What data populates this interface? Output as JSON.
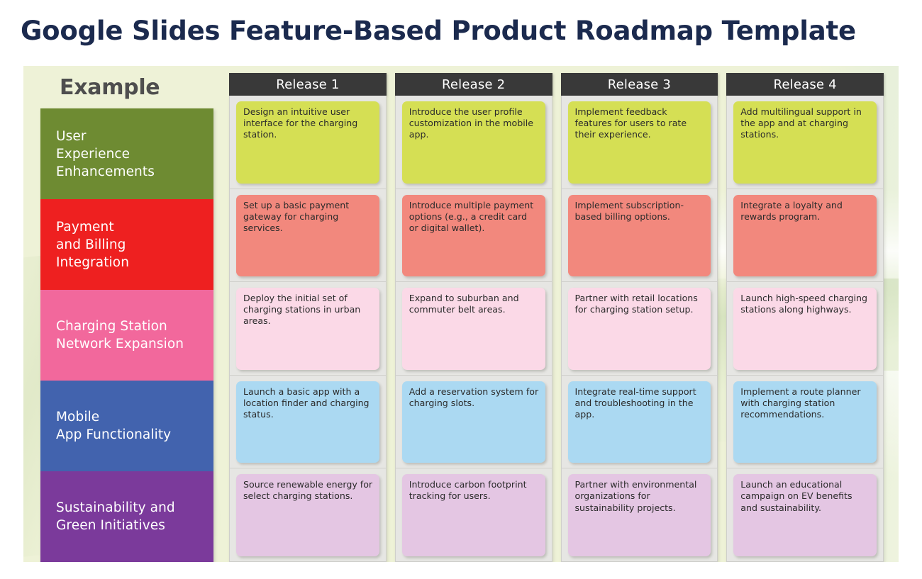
{
  "page": {
    "title": "Google Slides Feature-Based Product Roadmap Template"
  },
  "slide": {
    "example_label": "Example",
    "background_color": "#EEF2D7",
    "header_bar_color": "#393939",
    "cell_tray_color": "#E6E6E3"
  },
  "columns": [
    {
      "label": "Release 1"
    },
    {
      "label": "Release 2"
    },
    {
      "label": "Release 3"
    },
    {
      "label": "Release 4"
    }
  ],
  "rows": [
    {
      "label": "User\nExperience\nEnhancements",
      "label_color": "#6E8B32",
      "card_color": "#D5DF54",
      "cards": [
        "Design an intuitive user interface for the charging station.",
        "Introduce the user profile customization in the mobile app.",
        "Implement feedback features for users to rate their experience.",
        "Add multilingual support in the app and at charging stations."
      ]
    },
    {
      "label": "Payment\nand Billing\nIntegration",
      "label_color": "#EE2020",
      "card_color": "#F2887D",
      "cards": [
        "Set up a basic payment gateway for charging services.",
        "Introduce multiple payment options (e.g., a credit card or digital wallet).",
        "Implement subscription-based billing options.",
        "Integrate a loyalty and rewards program."
      ]
    },
    {
      "label": "Charging Station\nNetwork Expansion",
      "label_color": "#F2689C",
      "card_color": "#FBD9E7",
      "cards": [
        "Deploy the initial set of charging stations in urban areas.",
        "Expand to suburban and commuter belt areas.",
        "Partner with retail locations for charging station setup.",
        "Launch high-speed charging stations along highways."
      ]
    },
    {
      "label": "Mobile\nApp Functionality",
      "label_color": "#4263AE",
      "card_color": "#ABD9F2",
      "cards": [
        "Launch a basic app with a location finder and charging status.",
        "Add a reservation system for charging slots.",
        "Integrate real-time support and troubleshooting in the app.",
        "Implement a route planner with charging station recommendations."
      ]
    },
    {
      "label": "Sustainability and\nGreen Initiatives",
      "label_color": "#7B3A9B",
      "card_color": "#E4C6E3",
      "cards": [
        "Source renewable energy for select charging stations.",
        "Introduce carbon footprint tracking for users.",
        "Partner with environmental organizations for sustainability projects.",
        "Launch an educational campaign on EV benefits and sustainability."
      ]
    }
  ]
}
